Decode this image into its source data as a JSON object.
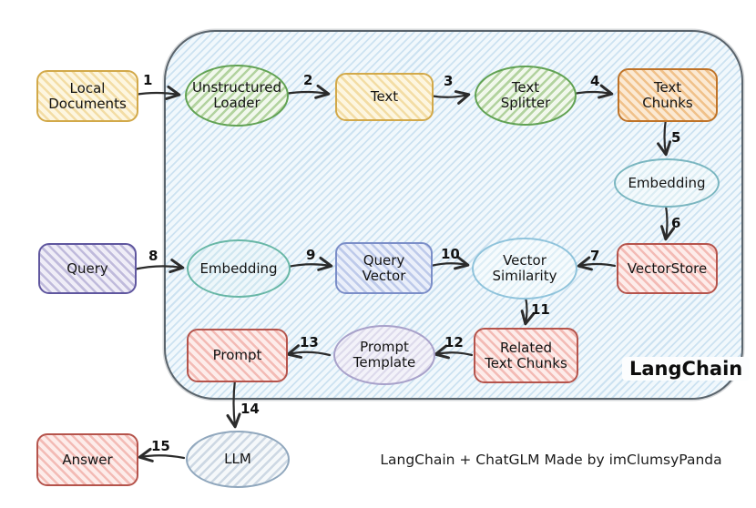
{
  "container": {
    "label": "LangChain"
  },
  "caption": "LangChain + ChatGLM Made by imClumsyPanda",
  "palette": {
    "frame_fill": "#f1f8fc",
    "frame_border": "#5a646c",
    "yellow_border": "#d2a94a",
    "green_border": "#61a253",
    "orange_border": "#bf7328",
    "red_border": "#b5544c",
    "purple_border": "#60579f",
    "blue_border": "#7b8ec8",
    "teal_border": "#68b7a6",
    "cyan_border": "#7ab6c0",
    "lightblue_border": "#8fc3db",
    "lavender_border": "#a8a1ca",
    "bluegray_border": "#90a7bd",
    "arrow_color": "#2b2b2b"
  },
  "nodes": [
    {
      "id": "local-documents",
      "label": "Local\nDocuments",
      "shape": "box",
      "color": "yellow"
    },
    {
      "id": "unstructured-loader",
      "label": "Unstructured\nLoader",
      "shape": "ellipse",
      "color": "green"
    },
    {
      "id": "text",
      "label": "Text",
      "shape": "box",
      "color": "yellow"
    },
    {
      "id": "text-splitter",
      "label": "Text\nSplitter",
      "shape": "ellipse",
      "color": "green"
    },
    {
      "id": "text-chunks",
      "label": "Text\nChunks",
      "shape": "box",
      "color": "orange"
    },
    {
      "id": "embedding-doc",
      "label": "Embedding",
      "shape": "ellipse",
      "color": "cyan"
    },
    {
      "id": "vectorstore",
      "label": "VectorStore",
      "shape": "box",
      "color": "red"
    },
    {
      "id": "query",
      "label": "Query",
      "shape": "box",
      "color": "purple"
    },
    {
      "id": "embedding-query",
      "label": "Embedding",
      "shape": "ellipse",
      "color": "teal"
    },
    {
      "id": "query-vector",
      "label": "Query\nVector",
      "shape": "box",
      "color": "blue"
    },
    {
      "id": "vector-similarity",
      "label": "Vector\nSimilarity",
      "shape": "ellipse",
      "color": "lightblue"
    },
    {
      "id": "related-text-chunks",
      "label": "Related\nText Chunks",
      "shape": "box",
      "color": "red"
    },
    {
      "id": "prompt-template",
      "label": "Prompt\nTemplate",
      "shape": "ellipse",
      "color": "lavender"
    },
    {
      "id": "prompt",
      "label": "Prompt",
      "shape": "box",
      "color": "red"
    },
    {
      "id": "llm",
      "label": "LLM",
      "shape": "ellipse",
      "color": "bluegray"
    },
    {
      "id": "answer",
      "label": "Answer",
      "shape": "box",
      "color": "red"
    }
  ],
  "edges": [
    {
      "label": "1",
      "from": "local-documents",
      "to": "unstructured-loader"
    },
    {
      "label": "2",
      "from": "unstructured-loader",
      "to": "text"
    },
    {
      "label": "3",
      "from": "text",
      "to": "text-splitter"
    },
    {
      "label": "4",
      "from": "text-splitter",
      "to": "text-chunks"
    },
    {
      "label": "5",
      "from": "text-chunks",
      "to": "embedding-doc"
    },
    {
      "label": "6",
      "from": "embedding-doc",
      "to": "vectorstore"
    },
    {
      "label": "7",
      "from": "vectorstore",
      "to": "vector-similarity"
    },
    {
      "label": "8",
      "from": "query",
      "to": "embedding-query"
    },
    {
      "label": "9",
      "from": "embedding-query",
      "to": "query-vector"
    },
    {
      "label": "10",
      "from": "query-vector",
      "to": "vector-similarity"
    },
    {
      "label": "11",
      "from": "vector-similarity",
      "to": "related-text-chunks"
    },
    {
      "label": "12",
      "from": "related-text-chunks",
      "to": "prompt-template"
    },
    {
      "label": "13",
      "from": "prompt-template",
      "to": "prompt"
    },
    {
      "label": "14",
      "from": "prompt",
      "to": "llm"
    },
    {
      "label": "15",
      "from": "llm",
      "to": "answer"
    }
  ]
}
